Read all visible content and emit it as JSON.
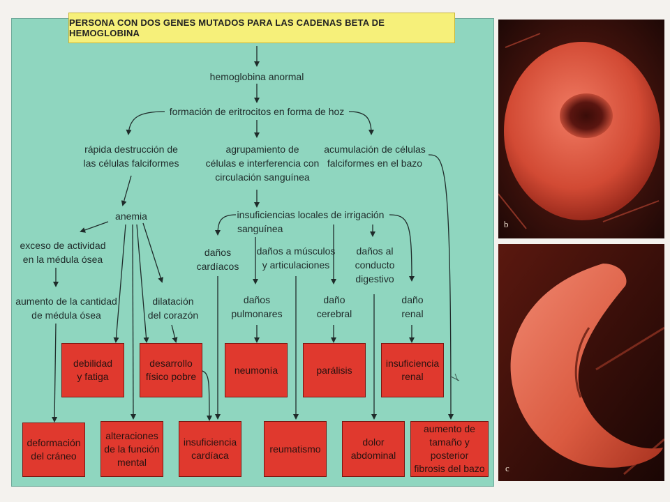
{
  "header": "PERSONA CON DOS GENES MUTADOS PARA LAS CADENAS BETA DE HEMOGLOBINA",
  "nodes": {
    "hemoglobina": "hemoglobina anormal",
    "formacion": "formación de eritrocitos en forma de hoz",
    "destruccion_1": "rápida destrucción de",
    "destruccion_2": "las células falciformes",
    "agrupamiento_1": "agrupamiento de",
    "agrupamiento_2": "células e interferencia con",
    "agrupamiento_3": "circulación sanguínea",
    "acumulacion_1": "acumulación de células",
    "acumulacion_2": "falciformes en el bazo",
    "anemia": "anemia",
    "insuficiencias_1": "insuficiencias locales de irrigación",
    "insuficiencias_2": "sanguínea",
    "exceso_1": "exceso de actividad",
    "exceso_2": "en la médula ósea",
    "aumento_1": "aumento de la cantidad",
    "aumento_2": "de médula ósea",
    "dilatacion_1": "dilatación",
    "dilatacion_2": "del corazón",
    "cardiacos_1": "daños",
    "cardiacos_2": "cardíacos",
    "musculos_1": "daños a músculos",
    "musculos_2": "y articulaciones",
    "digestivo_1": "daños al",
    "digestivo_2": "conducto",
    "digestivo_3": "digestivo",
    "pulmonares_1": "daños",
    "pulmonares_2": "pulmonares",
    "cerebral_1": "daño",
    "cerebral_2": "cerebral",
    "renal_1": "daño",
    "renal_2": "renal"
  },
  "boxes": {
    "debilidad_1": "debilidad",
    "debilidad_2": "y fatiga",
    "desarrollo_1": "desarrollo",
    "desarrollo_2": "físico pobre",
    "neumonia": "neumonía",
    "paralisis": "parálisis",
    "insrenal_1": "insuficiencia",
    "insrenal_2": "renal",
    "deformacion_1": "deformación",
    "deformacion_2": "del cráneo",
    "alteraciones_1": "alteraciones",
    "alteraciones_2": "de la función",
    "alteraciones_3": "mental",
    "inscardiaca_1": "insuficiencia",
    "inscardiaca_2": "cardíaca",
    "reumatismo": "reumatismo",
    "dolor_1": "dolor",
    "dolor_2": "abdominal",
    "bazo_1": "aumento de",
    "bazo_2": "tamaño y posterior",
    "bazo_3": "fibrosis del bazo"
  },
  "photos": {
    "b": "b",
    "c": "c"
  },
  "colors": {
    "panel": "#8fd6bf",
    "header": "#f6f07a",
    "box": "#e0392e",
    "cell": "#d8553a"
  }
}
